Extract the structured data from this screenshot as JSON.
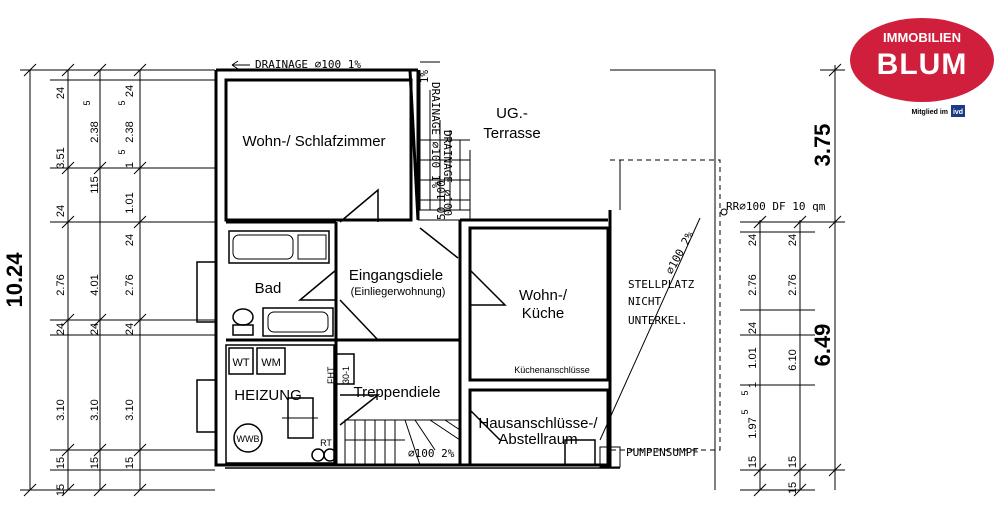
{
  "logo": {
    "line1": "IMMOBILIEN",
    "line2": "BLUM",
    "member": "Mitglied im",
    "member_org": "ivd",
    "color": "#d01f3c"
  },
  "rooms": {
    "wohn_schlaf": "Wohn-/ Schlafzimmer",
    "ug_terrasse_1": "UG.-",
    "ug_terrasse_2": "Terrasse",
    "eingangsdiele": "Eingangsdiele",
    "einlieger": "(Einliegerwohnung)",
    "bad": "Bad",
    "wohn_kueche_1": "Wohn-/",
    "wohn_kueche_2": "Küche",
    "kuechenanschluesse": "Küchenanschlüsse",
    "heizung": "HEIZUNG",
    "treppendiele": "Treppendiele",
    "hausanschluesse_1": "Hausanschlüsse-/",
    "hausanschluesse_2": "Abstellraum",
    "stellplatz_1": "STELLPLATZ",
    "stellplatz_2": "NICHT",
    "stellplatz_3": "UNTERKEL.",
    "pumpensumpf": "PUMPENSUMPF"
  },
  "fixtures": {
    "wt": "WT",
    "wm": "WM",
    "wwb": "WWB",
    "fht": "FHT",
    "fht_num": "30-1",
    "rt": "RT"
  },
  "annotations": {
    "drainage_top": "DRAINAGE ⌀100  1%",
    "drainage_vert": "DRAINAGE ⌀100  1%",
    "drainage_vert2": "DRAINAGE ⌀100",
    "vert_1pct": "1%",
    "rr": "RR⌀100  DF 10 qm",
    "diag_pipe": "⌀100  2%",
    "stair_pipe": "⌀100  2%",
    "fifty_100": "50 100"
  },
  "dimensions": {
    "total_left": "10.24",
    "col1": [
      "24",
      "3.51",
      "24",
      "2.76",
      "24",
      "3.10",
      "15",
      "15"
    ],
    "col2": [
      "115",
      "4.01",
      "24",
      "3.10",
      "15"
    ],
    "col3a": [
      "2.38",
      "5",
      "2.38",
      "5",
      "24"
    ],
    "col3": [
      "1",
      "5",
      "1.01",
      "24",
      "2.76",
      "24",
      "3.10",
      "15"
    ],
    "right_top": "3.75",
    "right_bottom": "6.49",
    "rcol1": [
      "24",
      "2.76",
      "24",
      "1.01",
      "1",
      "5",
      "1.97",
      "5",
      "15"
    ],
    "rcol2": [
      "24",
      "2.76",
      "6.10",
      "15",
      "15"
    ]
  }
}
